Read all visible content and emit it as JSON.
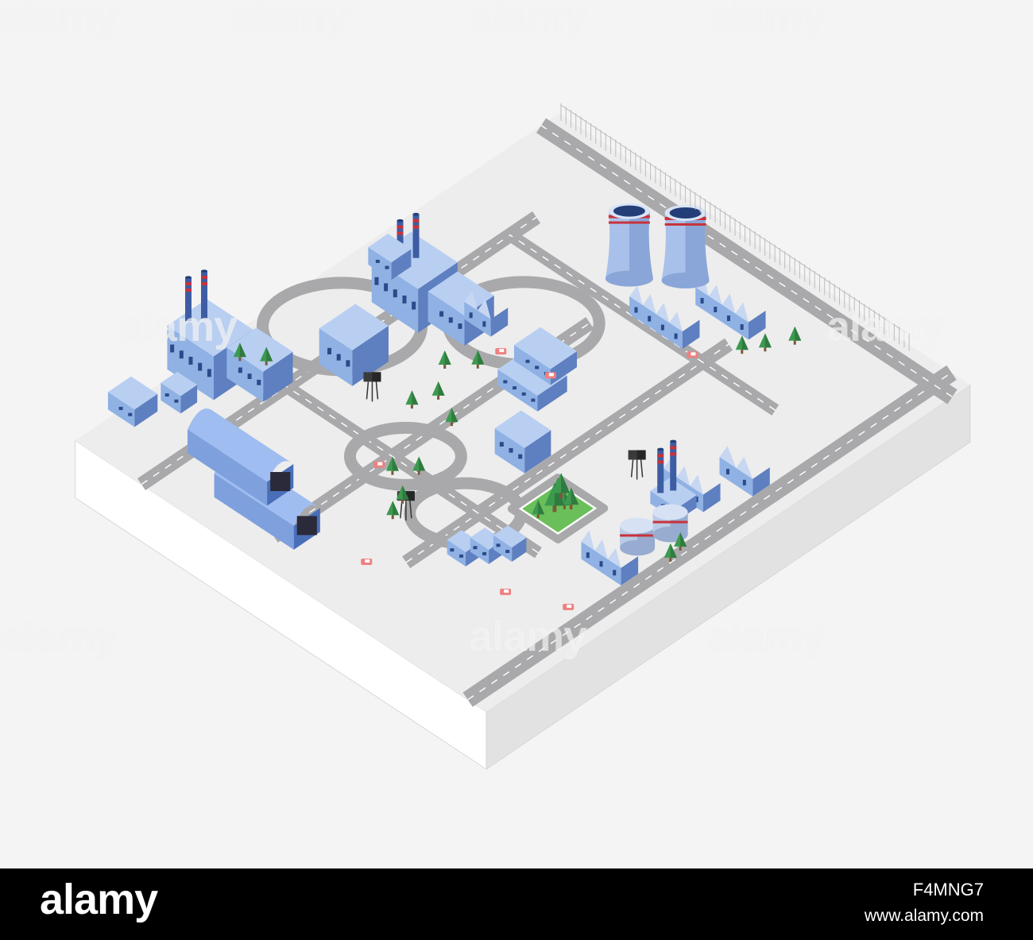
{
  "watermark": {
    "text": "alamy"
  },
  "footer": {
    "logo": "alamy",
    "image_id": "F4MNG7",
    "url": "www.alamy.com"
  },
  "colors": {
    "background": "#f4f4f4",
    "platform_top": "#ededed",
    "platform_left": "#ffffff",
    "platform_right": "#e2e2e2",
    "road": "#a9a9ab",
    "road_dash": "#ffffff",
    "building_left": "#8fb1e4",
    "building_right": "#5e7fc0",
    "building_roof": "#b8cff2",
    "tower_stripe": "#c8323a",
    "tree": "#3c9a4f",
    "park": "#6bbf5a",
    "car": "#ef8080",
    "footer_bg": "#000000",
    "footer_text": "#ffffff"
  },
  "icons": {
    "factory": "factory-icon",
    "chimney": "chimney-icon",
    "cooling_tower": "cooling-tower-icon",
    "tree": "tree-icon",
    "car": "car-icon",
    "water_tower": "water-tower-icon",
    "tank": "storage-tank-icon",
    "hangar": "hangar-icon"
  }
}
